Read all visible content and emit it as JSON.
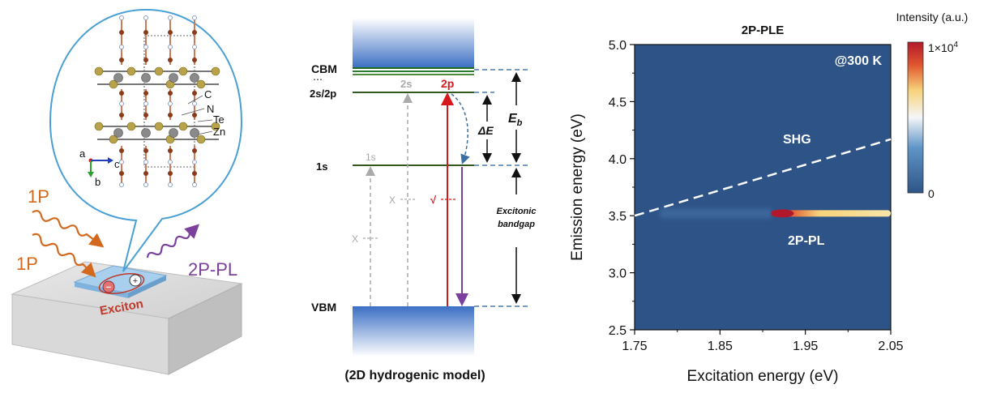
{
  "left_panel": {
    "arrow_top_label": "1P",
    "arrow_bottom_label": "1P",
    "emission_label": "2P-PL",
    "exciton_label": "Exciton",
    "minus_sign": "−",
    "plus_sign": "+",
    "atom_labels": [
      "C",
      "N",
      "Te",
      "Zn"
    ],
    "axis_labels": {
      "a": "a",
      "b": "b",
      "c": "c"
    },
    "colors": {
      "excitation": "#d2691e",
      "emission": "#7b3f9e",
      "exciton": "#c0392b"
    }
  },
  "middle_panel": {
    "levels": {
      "cbm": "CBM",
      "dots": "⋯",
      "level_2s2p": "2s/2p",
      "level_1s": "1s",
      "vbm": "VBM"
    },
    "transition_labels": {
      "2s": "2s",
      "2p": "2p",
      "1s": "1s",
      "x1": "X",
      "x2": "X",
      "check": "√"
    },
    "energy_labels": {
      "delta_e": "ΔE",
      "e_b": "E",
      "e_b_sub": "b"
    },
    "gap_label_line1": "Excitonic",
    "gap_label_line2": "bandgap",
    "caption": "(2D hydrogenic model)",
    "colors": {
      "allowed": "#d7191c",
      "forbidden": "#aaaaaa",
      "emission": "#7b3f9e",
      "dashed_level": "#4a7ab0"
    }
  },
  "chart_data": {
    "type": "heatmap",
    "title": "2P-PLE",
    "xlabel": "Excitation energy (eV)",
    "ylabel": "Emission energy (eV)",
    "xlim": [
      1.75,
      2.05
    ],
    "ylim": [
      2.5,
      5.0
    ],
    "x_ticks": [
      "1.75",
      "1.85",
      "1.95",
      "2.05"
    ],
    "y_ticks": [
      "2.5",
      "3.0",
      "3.5",
      "4.0",
      "4.5",
      "5.0"
    ],
    "temperature_label": "@300 K",
    "shg_label": "SHG",
    "pl_label": "2P-PL",
    "shg_line": {
      "x": [
        1.75,
        2.05
      ],
      "y": [
        3.5,
        4.17
      ]
    },
    "pl_band": {
      "x_start": 1.91,
      "x_end": 2.05,
      "y": 3.52
    },
    "colorbar": {
      "title": "Intensity (a.u.)",
      "max_label": "1×10",
      "max_exp": "4",
      "min_label": "0"
    },
    "colors": {
      "background": "#2e5487",
      "low": "#2e5487",
      "high": "#b2182b"
    }
  }
}
